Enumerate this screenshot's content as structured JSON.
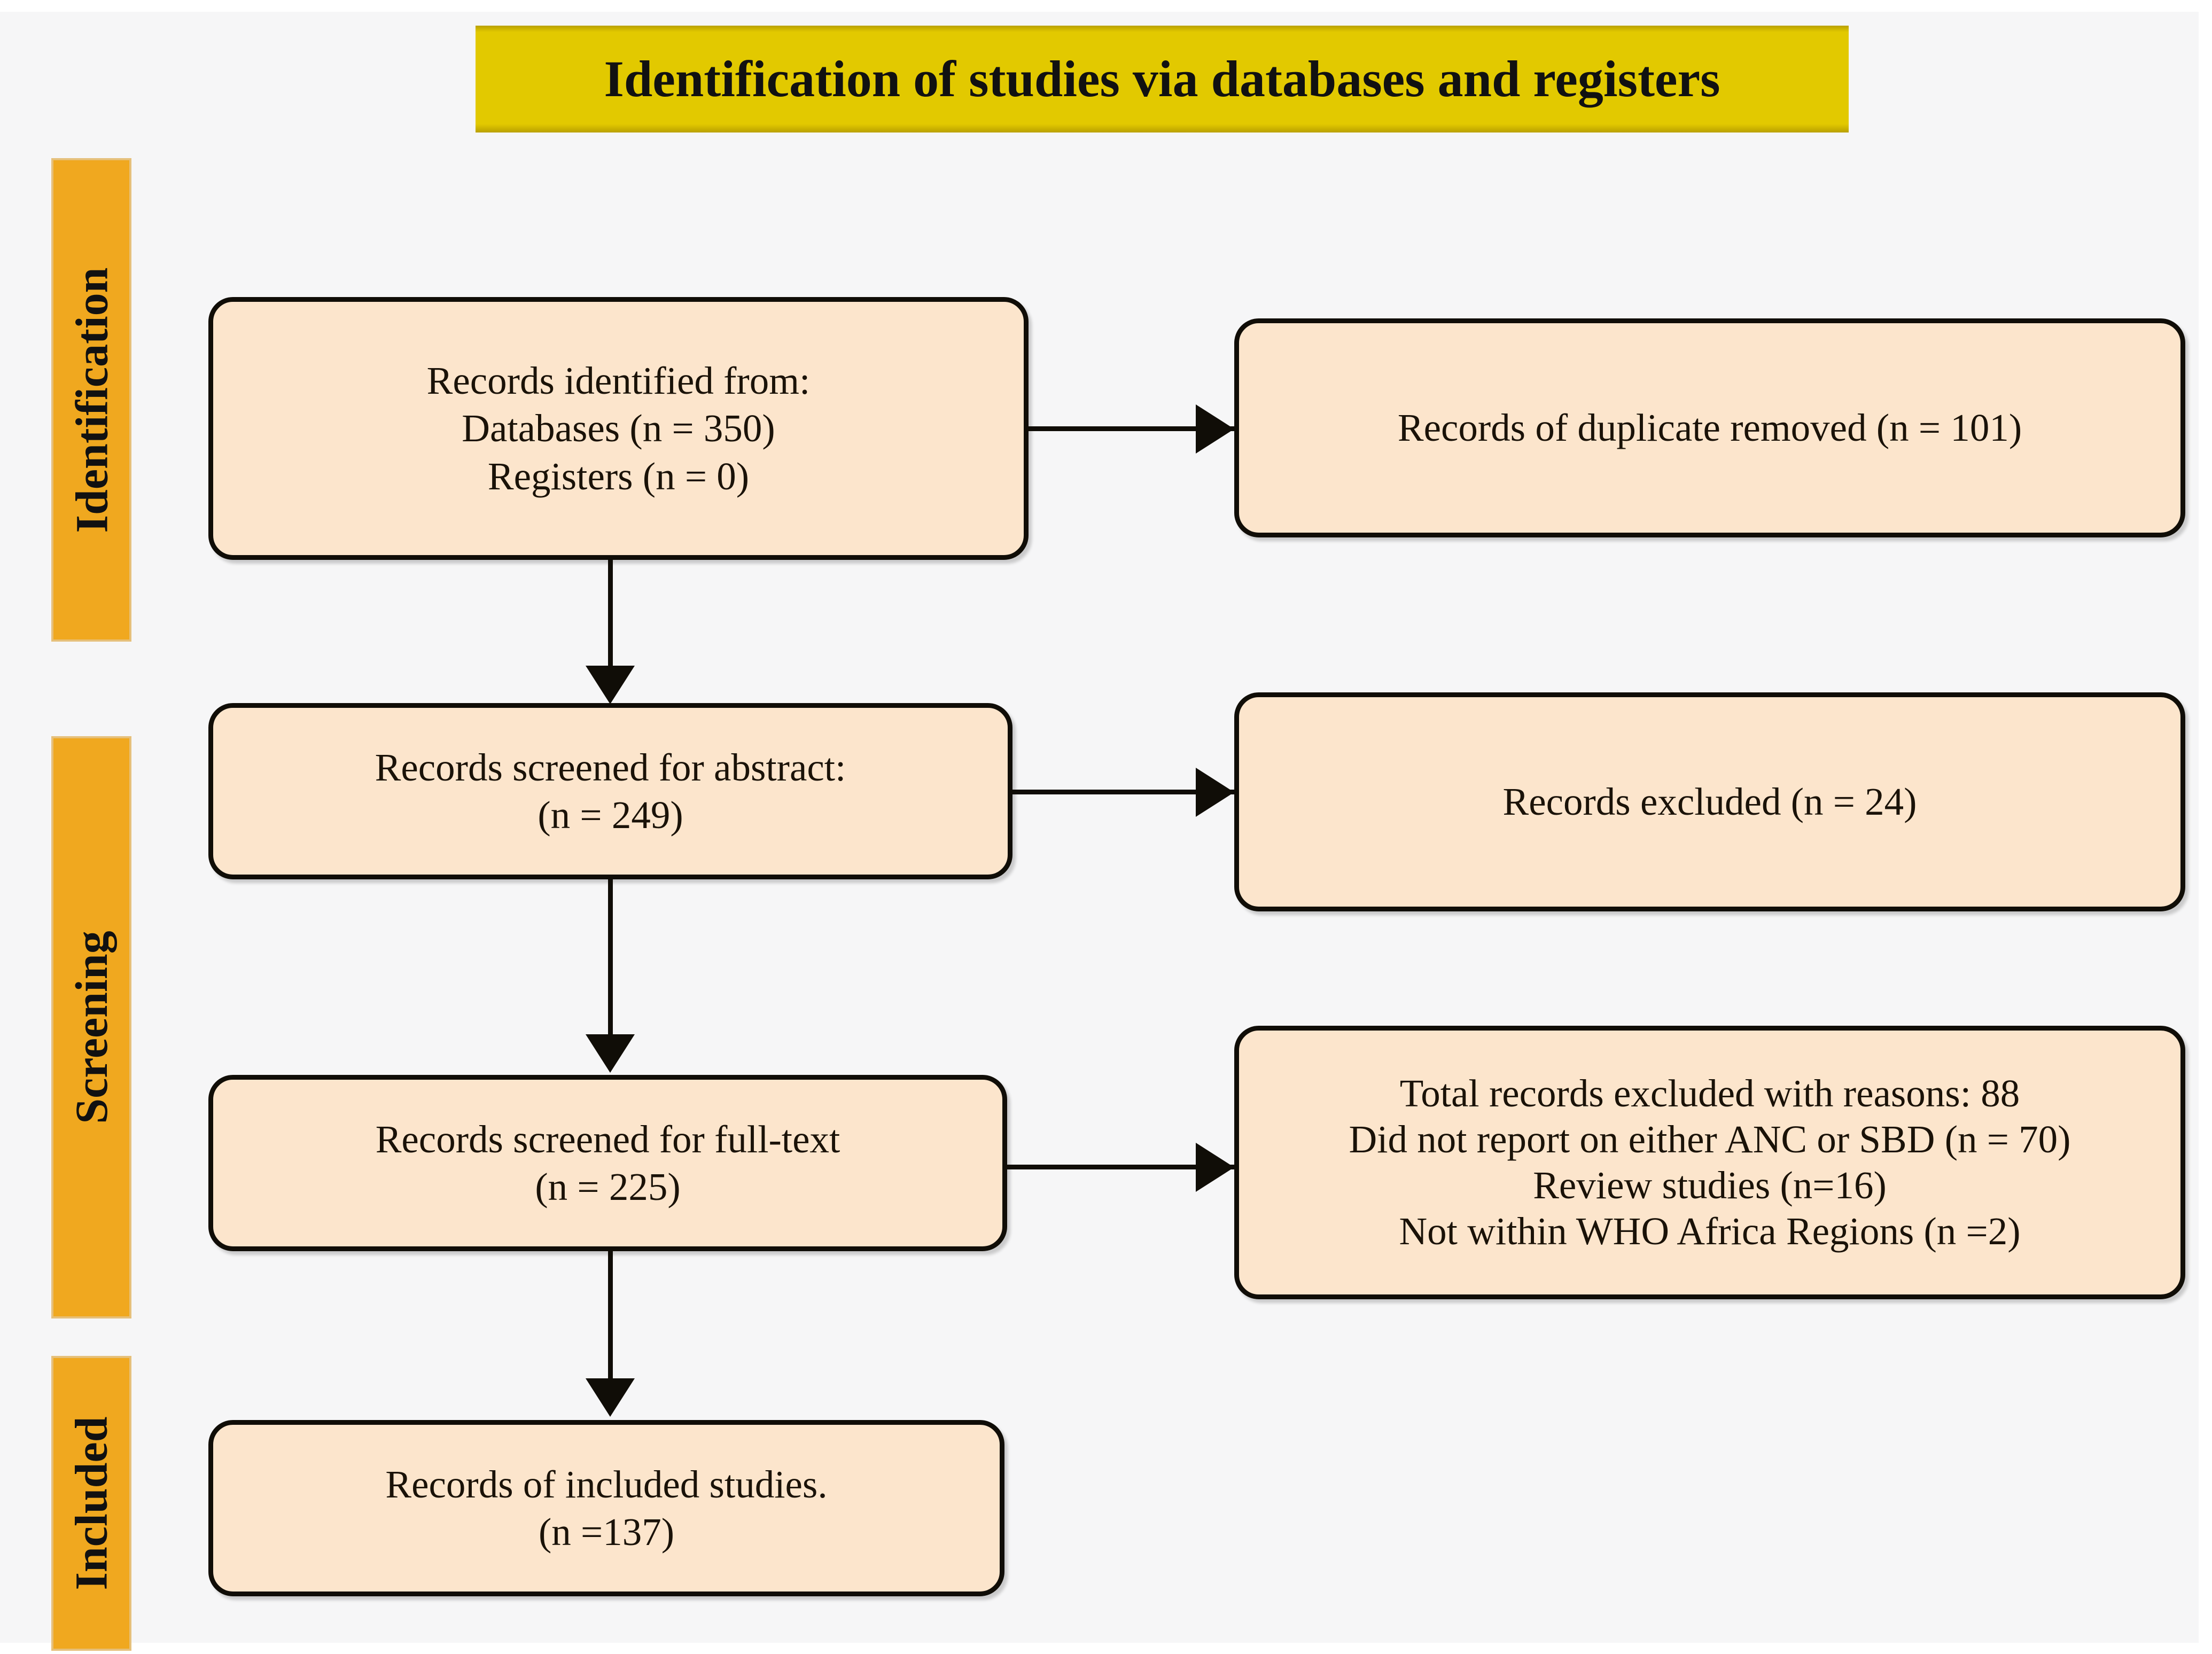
{
  "header": {
    "title": "Identification of studies via databases and registers",
    "banner_color": "#e2c900"
  },
  "stages": {
    "accent_color": "#f0a81f",
    "items": [
      {
        "label": "Identification"
      },
      {
        "label": "Screening"
      },
      {
        "label": "Included"
      }
    ]
  },
  "boxes": {
    "fill_color": "#fce5cc",
    "border_color": "#100d07",
    "identified": {
      "lines": [
        "Records identified from:",
        "Databases (n = 350)",
        "Registers (n = 0)"
      ]
    },
    "duplicates_removed": {
      "lines": [
        "Records of duplicate removed (n = 101)"
      ]
    },
    "screened_abstract": {
      "lines": [
        "Records screened for abstract:",
        "(n = 249)"
      ]
    },
    "excluded_abstract": {
      "lines": [
        "Records excluded (n = 24)"
      ]
    },
    "screened_fulltext": {
      "lines": [
        "Records screened for full-text",
        "(n = 225)"
      ]
    },
    "excluded_reasons": {
      "lines": [
        "Total records excluded with reasons: 88",
        "Did not report on either ANC or SBD (n = 70)",
        "Review studies (n=16)",
        "Not within WHO Africa Regions (n =2)"
      ]
    },
    "included": {
      "lines": [
        "Records of included studies.",
        "(n =137)"
      ]
    }
  },
  "chart_data": {
    "type": "diagram",
    "title": "Identification of studies via databases and registers",
    "diagram_kind": "PRISMA flow diagram",
    "stages": [
      "Identification",
      "Screening",
      "Included"
    ],
    "nodes": [
      {
        "id": "identified",
        "stage": "Identification",
        "label": "Records identified from: Databases (n = 350) Registers (n = 0)",
        "n": 350
      },
      {
        "id": "duplicates_removed",
        "stage": "Identification",
        "label": "Records of duplicate removed (n = 101)",
        "n": 101
      },
      {
        "id": "screened_abstract",
        "stage": "Screening",
        "label": "Records screened for abstract: (n = 249)",
        "n": 249
      },
      {
        "id": "excluded_abstract",
        "stage": "Screening",
        "label": "Records excluded (n = 24)",
        "n": 24
      },
      {
        "id": "screened_fulltext",
        "stage": "Screening",
        "label": "Records screened for full-text (n = 225)",
        "n": 225
      },
      {
        "id": "excluded_reasons",
        "stage": "Screening",
        "label": "Total records excluded with reasons: 88",
        "n": 88,
        "reasons": [
          {
            "reason": "Did not report on either ANC or SBD",
            "n": 70
          },
          {
            "reason": "Review studies",
            "n": 16
          },
          {
            "reason": "Not within WHO Africa Regions",
            "n": 2
          }
        ]
      },
      {
        "id": "included",
        "stage": "Included",
        "label": "Records of included studies. (n =137)",
        "n": 137
      }
    ],
    "edges": [
      {
        "from": "identified",
        "to": "duplicates_removed",
        "direction": "right"
      },
      {
        "from": "identified",
        "to": "screened_abstract",
        "direction": "down"
      },
      {
        "from": "screened_abstract",
        "to": "excluded_abstract",
        "direction": "right"
      },
      {
        "from": "screened_abstract",
        "to": "screened_fulltext",
        "direction": "down"
      },
      {
        "from": "screened_fulltext",
        "to": "excluded_reasons",
        "direction": "right"
      },
      {
        "from": "screened_fulltext",
        "to": "included",
        "direction": "down"
      }
    ]
  }
}
